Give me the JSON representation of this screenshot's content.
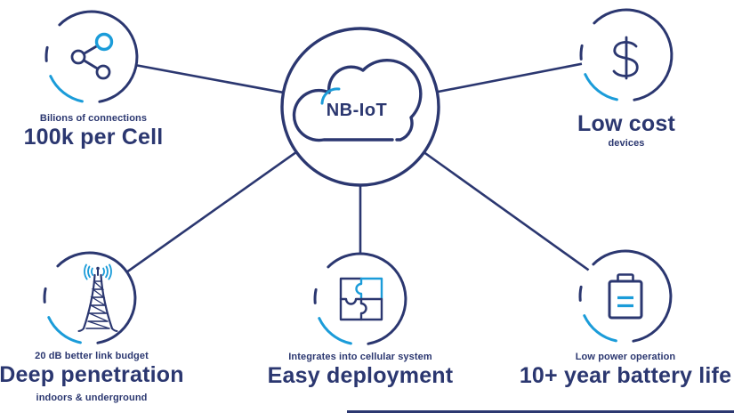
{
  "title": "NB-IoT benefits diagram",
  "colors": {
    "navy": "#2b3770",
    "accent": "#1b9cd9",
    "background": "#ffffff"
  },
  "center": {
    "label": "NB-IoT",
    "icon": "cloud-icon"
  },
  "nodes": {
    "connections": {
      "icon": "share-network-icon",
      "small": "Bilions of connections",
      "big": "100k per Cell"
    },
    "low_cost": {
      "icon": "dollar-icon",
      "big": "Low cost",
      "small": "devices"
    },
    "penetration": {
      "icon": "antenna-tower-icon",
      "small": "20 dB better link budget",
      "big": "Deep penetration",
      "small2": "indoors & underground"
    },
    "deployment": {
      "icon": "puzzle-icon",
      "small": "Integrates into cellular system",
      "big": "Easy deployment"
    },
    "battery": {
      "icon": "battery-icon",
      "small": "Low power operation",
      "big": "10+ year battery life"
    }
  }
}
